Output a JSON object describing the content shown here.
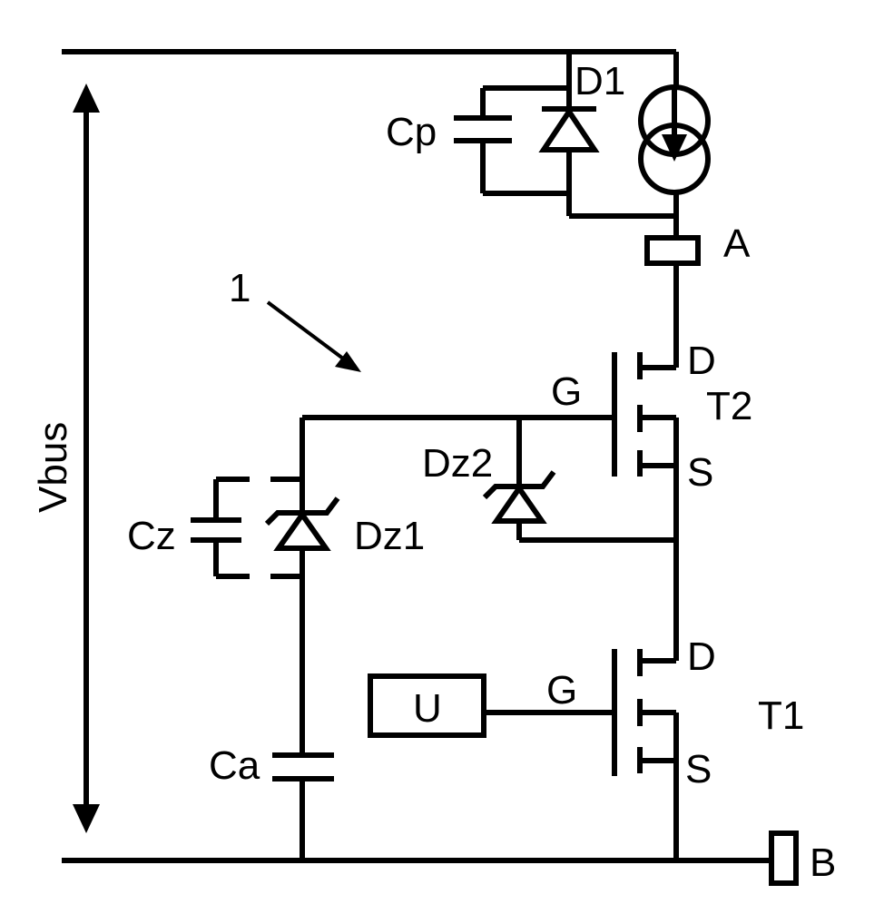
{
  "labels": {
    "vbus": "Vbus",
    "cp": "Cp",
    "d1": "D1",
    "node_a": "A",
    "ref_1": "1",
    "t2_drain": "D",
    "t2_gate": "G",
    "t2_name": "T2",
    "t2_source": "S",
    "dz2": "Dz2",
    "cz": "Cz",
    "dz1": "Dz1",
    "t1_drain": "D",
    "t1_gate": "G",
    "t1_name": "T1",
    "t1_source": "S",
    "control_u": "U",
    "ca": "Ca",
    "node_b": "B"
  }
}
